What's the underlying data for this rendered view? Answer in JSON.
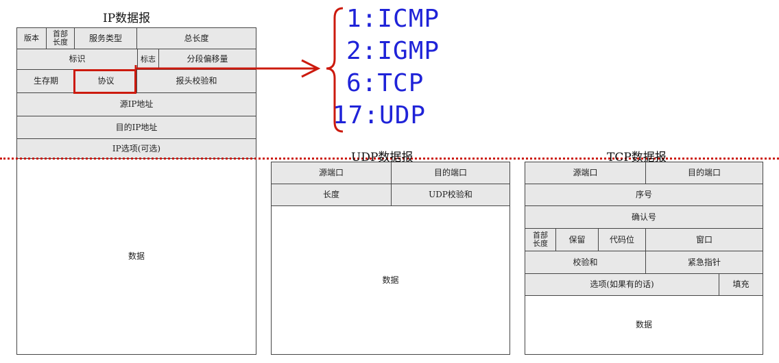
{
  "ip": {
    "title": "IP数据报",
    "version": "版本",
    "header_length": "首部长度",
    "service_type": "服务类型",
    "total_length": "总长度",
    "identification": "标识",
    "flags": "标志",
    "fragment_offset": "分段偏移量",
    "ttl": "生存期",
    "protocol": "协议",
    "header_checksum": "报头校验和",
    "src_ip": "源IP地址",
    "dst_ip": "目的IP地址",
    "options": "IP选项(可选)",
    "data": "数据"
  },
  "protocols": [
    "1:ICMP",
    "2:IGMP",
    "6:TCP",
    "17:UDP"
  ],
  "udp": {
    "title": "UDP数据报",
    "src_port": "源端口",
    "dst_port": "目的端口",
    "length": "长度",
    "checksum": "UDP校验和",
    "data": "数据"
  },
  "tcp": {
    "title": "TCP数据报",
    "src_port": "源端口",
    "dst_port": "目的端口",
    "seq": "序号",
    "ack": "确认号",
    "header_length": "首部长度",
    "reserved": "保留",
    "code_bits": "代码位",
    "window": "窗口",
    "checksum": "校验和",
    "urgent_pointer": "紧急指针",
    "options": "选项(如果有的话)",
    "padding": "填充",
    "data": "数据"
  },
  "colors": {
    "highlight": "#cc1a0e",
    "protocol_text": "#1f23d8",
    "cell_fill": "#e8e8e8"
  }
}
